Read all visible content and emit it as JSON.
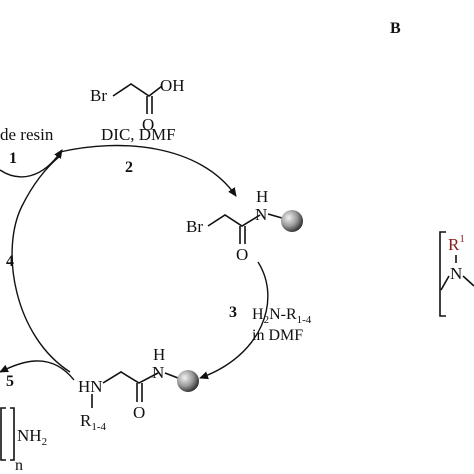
{
  "panel_b": {
    "label": "B"
  },
  "steps": {
    "s1": "1",
    "s2": "2",
    "s3": "3",
    "s4": "4",
    "s5": "5"
  },
  "reagents": {
    "resin_partial": "de resin",
    "coupling": "DIC, DMF",
    "amine_line1_base": "H",
    "amine_line1_sub": "2",
    "amine_line1_rest": "N-R",
    "amine_line1_rsub": "1-4",
    "amine_line2": "in DMF"
  },
  "atoms": {
    "br_top": "Br",
    "oh": "OH",
    "o": "O",
    "br_mid": "Br",
    "h": "H",
    "n": "N",
    "hn": "HN",
    "r": "R",
    "r_sub": "1-4",
    "r1": "R",
    "r1_sup": "1",
    "nh2_base": "NH",
    "nh2_sub": "2",
    "n_repeat": "n"
  },
  "colors": {
    "ink": "#111111",
    "r1_red": "#8b1a1a",
    "bead_dark": "#333333",
    "bead_light": "#f2f2f2"
  }
}
